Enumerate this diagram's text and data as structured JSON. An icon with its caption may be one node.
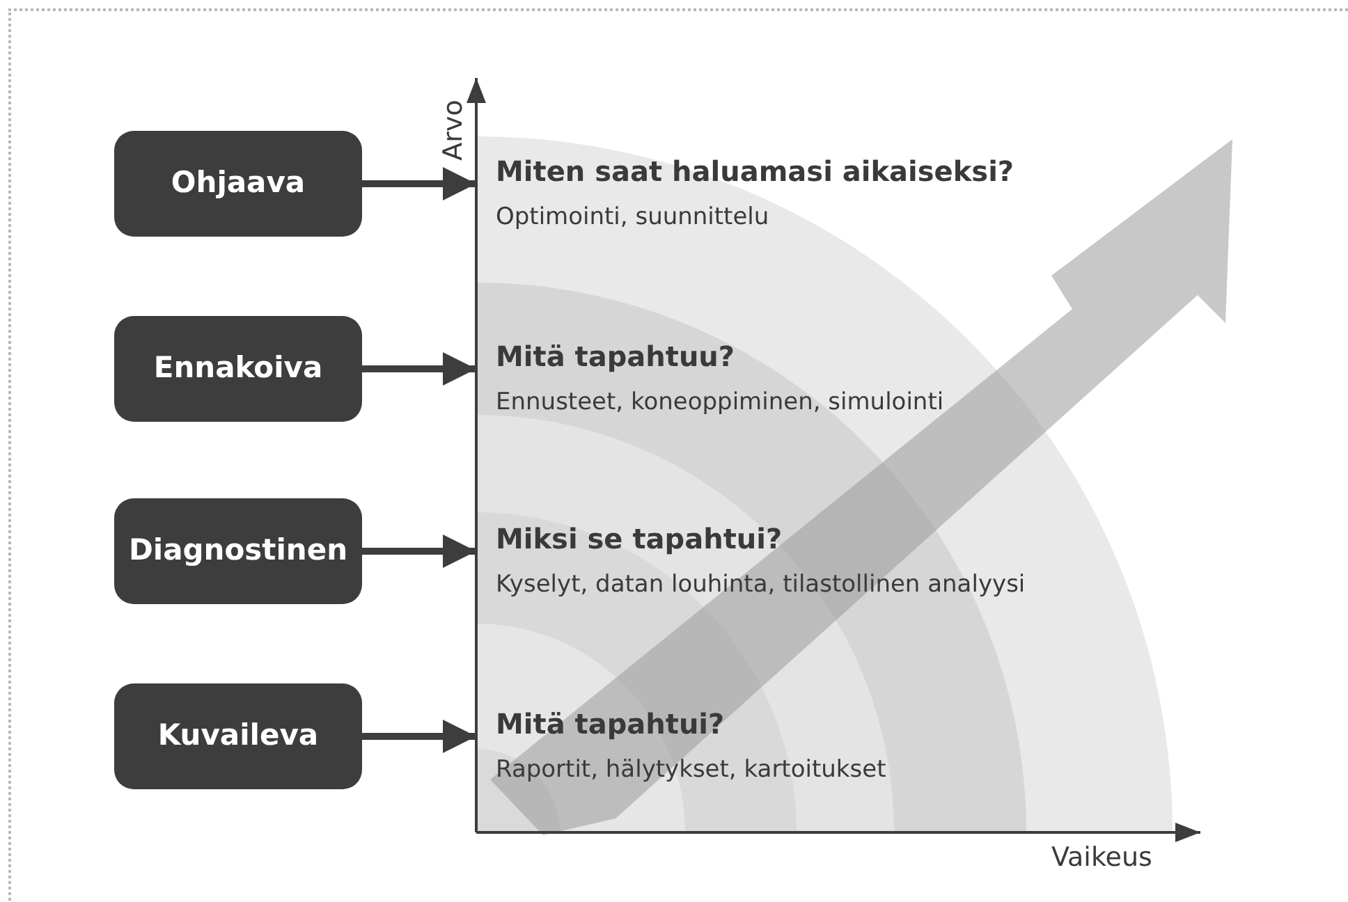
{
  "diagram": {
    "nodes": [
      {
        "text": [
          "Ohjaava"
        ]
      },
      {
        "text": [
          "Ennakoiva"
        ]
      },
      {
        "text": [
          "Diagnostinen"
        ]
      },
      {
        "text": [
          "Kuvaileva"
        ]
      },
      {
        "text": [
          "Miten saat haluamasi aikaiseksi?",
          "Optimointi, suunnittelu"
        ]
      },
      {
        "text": [
          "Mitä tapahtuu?",
          "Ennusteet, koneoppiminen, simulointi"
        ]
      },
      {
        "text": [
          "Miksi se tapahtui?",
          "Kyselyt, datan louhinta, tilastollinen analyysi"
        ]
      },
      {
        "text": [
          "Mitä tapahtui?",
          "Raportit, hälytykset, kartoitukset"
        ]
      }
    ],
    "edges": [
      {
        "from": 0,
        "to": 4,
        "arrow": "to"
      },
      {
        "from": 1,
        "to": 5,
        "arrow": "to"
      },
      {
        "from": 2,
        "to": 6,
        "arrow": "to"
      },
      {
        "from": 3,
        "to": 7,
        "arrow": "to"
      }
    ],
    "labels": [
      "Arvo",
      "Vaikeus"
    ]
  }
}
